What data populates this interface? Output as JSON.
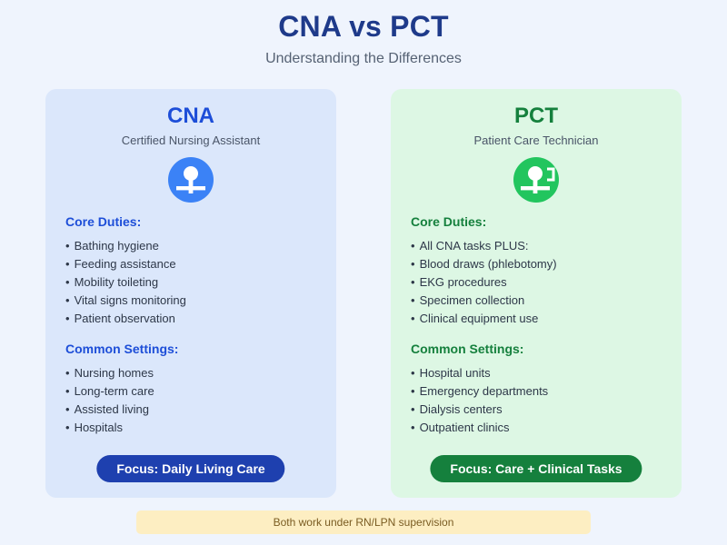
{
  "header": {
    "title": "CNA vs PCT",
    "subtitle": "Understanding the Differences",
    "title_color": "#1e3a8a",
    "subtitle_color": "#566274"
  },
  "page": {
    "background_color": "#eff4fd"
  },
  "panels": [
    {
      "id": "cna",
      "title": "CNA",
      "subtitle": "Certified Nursing Assistant",
      "accent_color": "#1d4ed8",
      "background_color": "#dbe7fb",
      "icon": {
        "name": "nurse-figure-icon",
        "circle_color": "#3b82f6",
        "glyph_color": "#ffffff"
      },
      "duties": {
        "heading": "Core Duties:",
        "items": [
          "Bathing hygiene",
          "Feeding assistance",
          "Mobility toileting",
          "Vital signs monitoring",
          "Patient observation"
        ]
      },
      "settings": {
        "heading": "Common Settings:",
        "items": [
          "Nursing homes",
          "Long-term care",
          "Assisted living",
          "Hospitals"
        ]
      },
      "focus": {
        "label": "Focus: Daily Living Care",
        "background_color": "#1e40af"
      }
    },
    {
      "id": "pct",
      "title": "PCT",
      "subtitle": "Patient Care Technician",
      "accent_color": "#15803d",
      "background_color": "#ddf7e4",
      "icon": {
        "name": "technician-figure-clipboard-icon",
        "circle_color": "#22c55e",
        "glyph_color": "#ffffff"
      },
      "duties": {
        "heading": "Core Duties:",
        "items": [
          "All CNA tasks PLUS:",
          "Blood draws (phlebotomy)",
          "EKG procedures",
          "Specimen collection",
          "Clinical equipment use"
        ]
      },
      "settings": {
        "heading": "Common Settings:",
        "items": [
          "Hospital units",
          "Emergency departments",
          "Dialysis centers",
          "Outpatient clinics"
        ]
      },
      "focus": {
        "label": "Focus: Care + Clinical Tasks",
        "background_color": "#15803d"
      }
    }
  ],
  "footer": {
    "note": "Both work under RN/LPN supervision",
    "background_color": "#fdeec2",
    "text_color": "#7a5c22"
  },
  "bullet_char": "•"
}
